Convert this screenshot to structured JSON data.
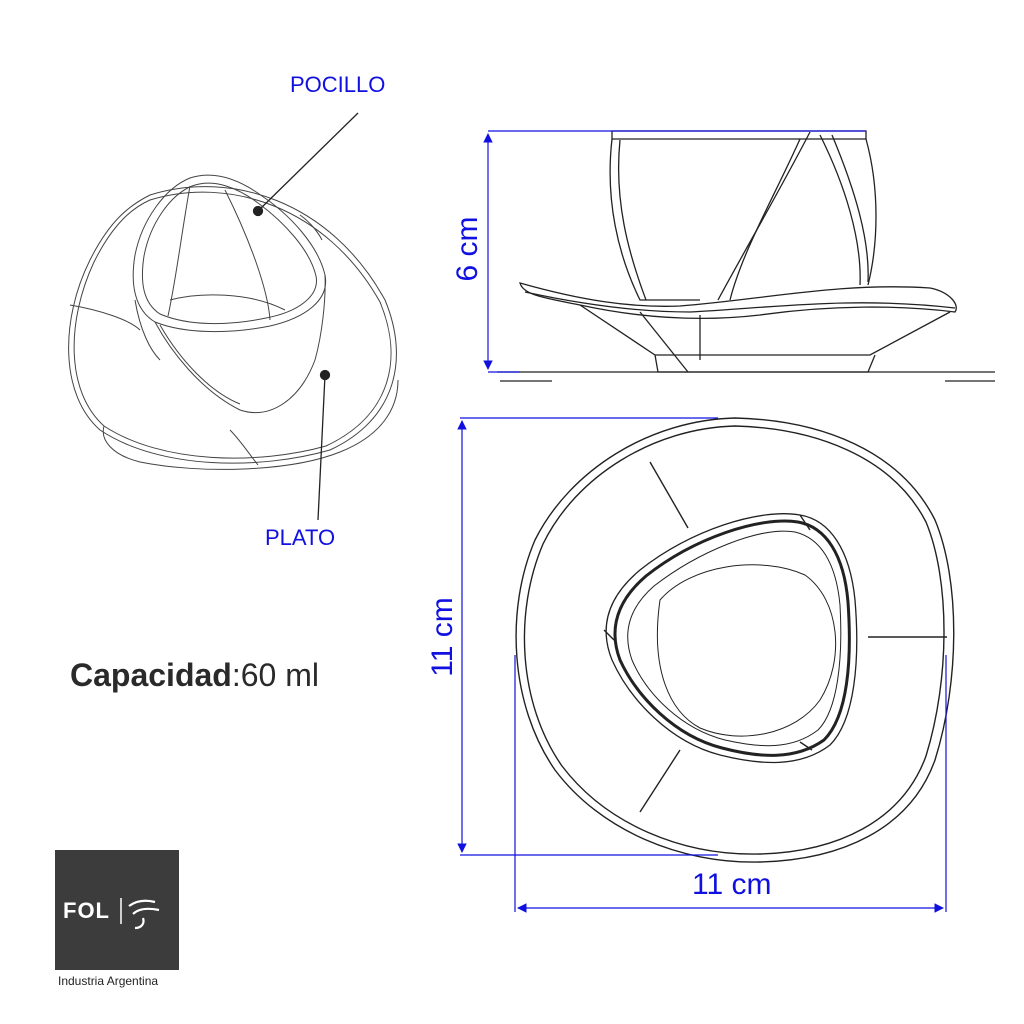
{
  "callouts": {
    "cup_label": "POCILLO",
    "saucer_label": "PLATO"
  },
  "dimensions": {
    "height": "6 cm",
    "depth": "11 cm",
    "width": "11 cm"
  },
  "capacity": {
    "label": "Capacidad",
    "value": ":60 ml"
  },
  "brand": {
    "logo_text": "FOL",
    "tagline": "Industria Argentina"
  },
  "colors": {
    "dimension_blue": "#1010e0",
    "line": "#222222",
    "logo_bg": "#3c3c3c"
  }
}
